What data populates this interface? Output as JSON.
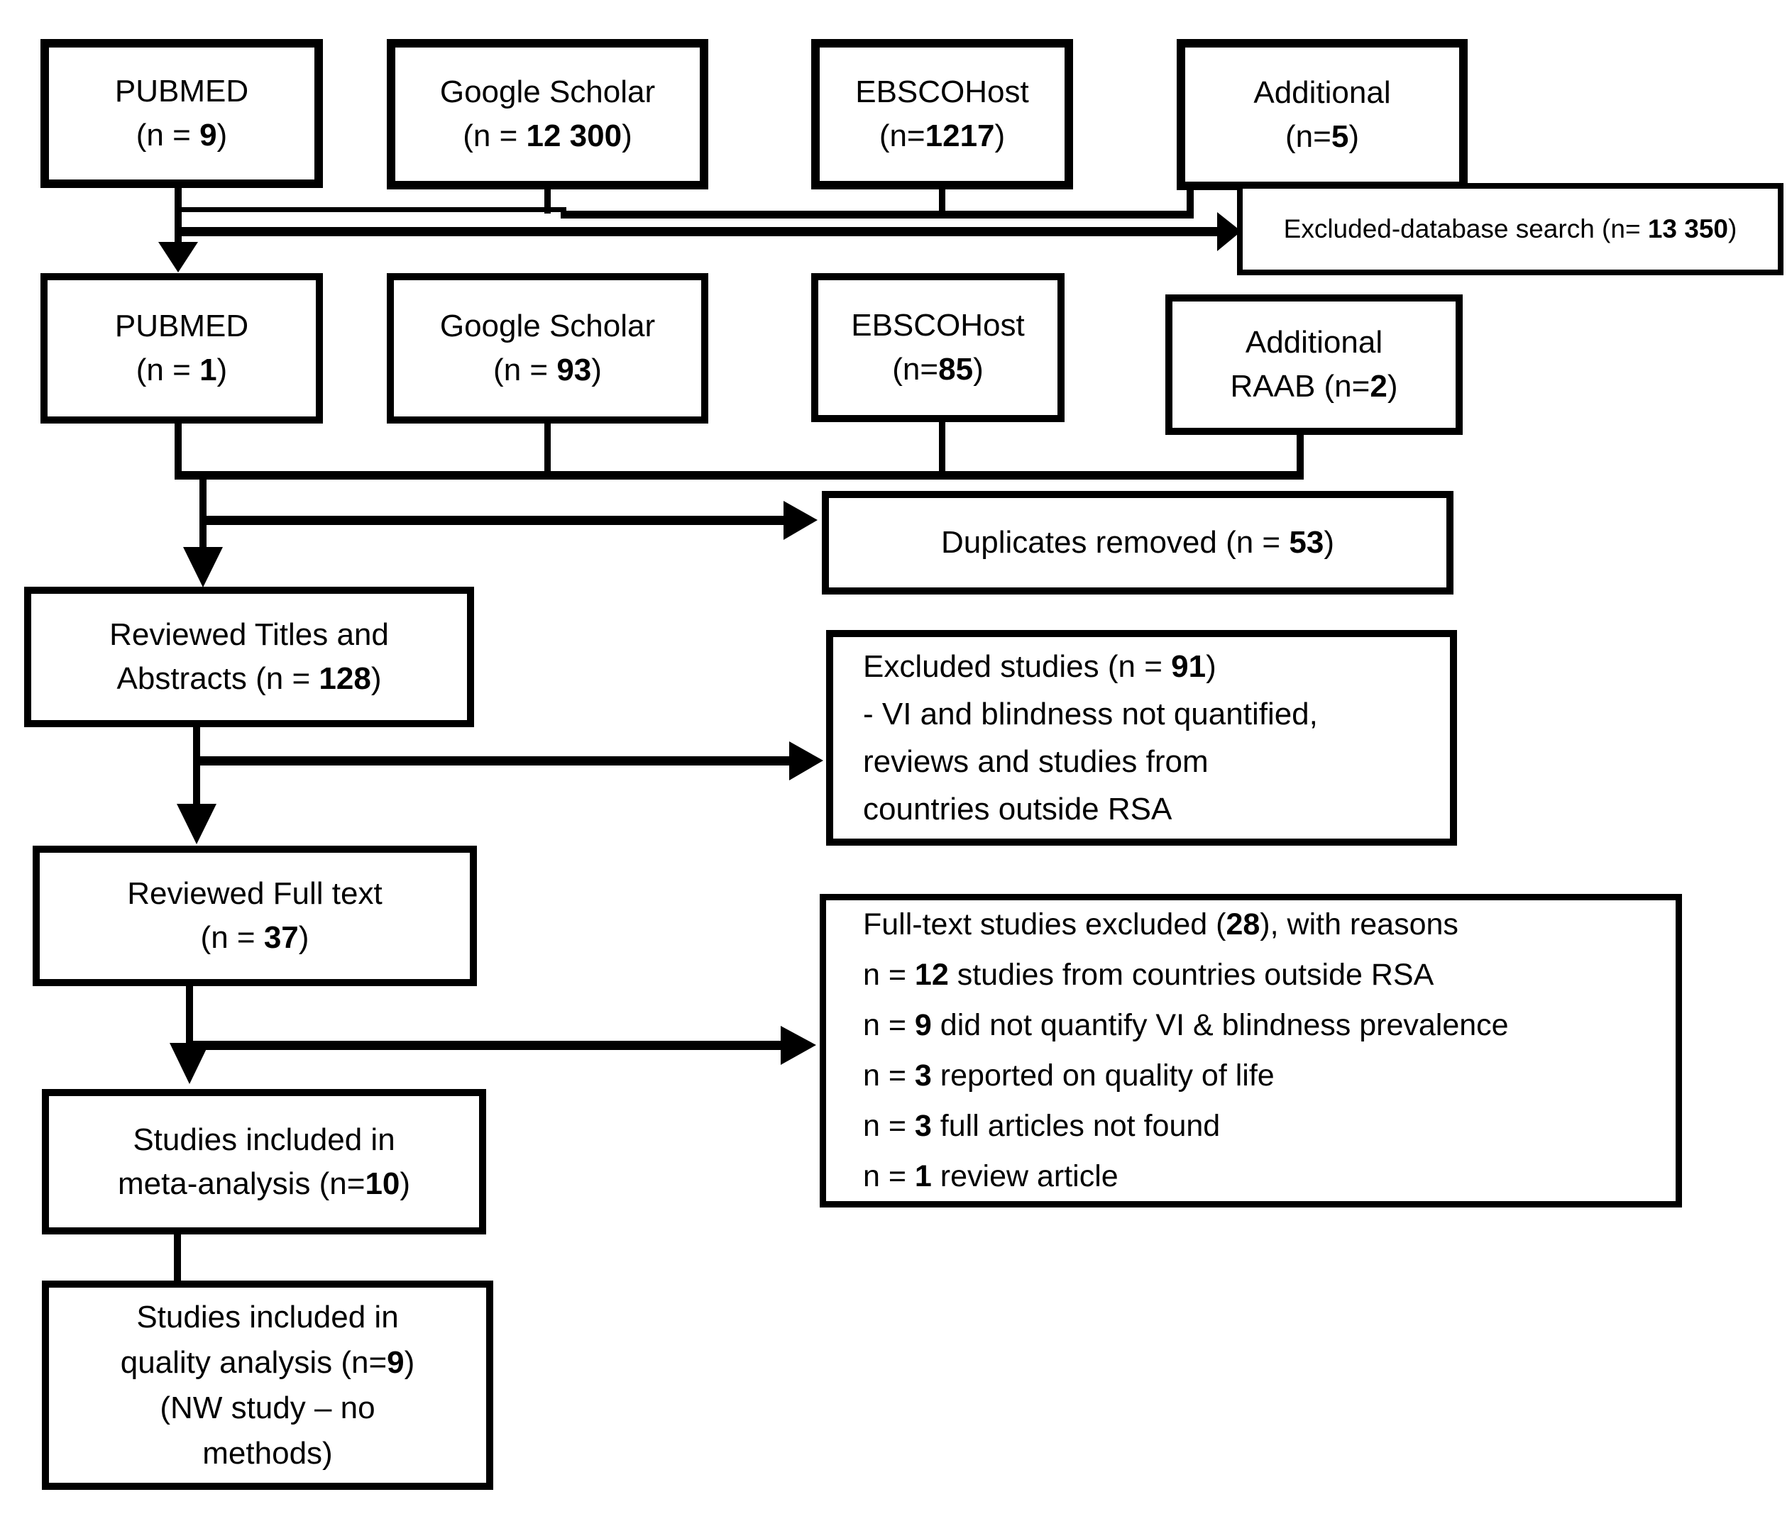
{
  "colors": {
    "line": "#000000",
    "background": "#ffffff",
    "text": "#000000"
  },
  "boxes": {
    "pubmed_initial": {
      "lines": [
        [
          {
            "t": "PUBMED"
          }
        ],
        [
          {
            "t": "(n = "
          },
          {
            "t": "9",
            "b": true
          },
          {
            "t": ")"
          }
        ]
      ]
    },
    "google_initial": {
      "lines": [
        [
          {
            "t": "Google Scholar"
          }
        ],
        [
          {
            "t": "(n = "
          },
          {
            "t": "12 300",
            "b": true
          },
          {
            "t": ")"
          }
        ]
      ]
    },
    "ebsco_initial": {
      "lines": [
        [
          {
            "t": "EBSCOHost"
          }
        ],
        [
          {
            "t": "(n="
          },
          {
            "t": "1217",
            "b": true
          },
          {
            "t": ")"
          }
        ]
      ]
    },
    "additional_initial": {
      "lines": [
        [
          {
            "t": "Additional"
          }
        ],
        [
          {
            "t": "(n="
          },
          {
            "t": "5",
            "b": true
          },
          {
            "t": ")"
          }
        ]
      ]
    },
    "excluded_database": {
      "lines": [
        [
          {
            "t": "Excluded-database search (n= "
          },
          {
            "t": "13 350",
            "b": true
          },
          {
            "t": ")"
          }
        ]
      ]
    },
    "pubmed_screened": {
      "lines": [
        [
          {
            "t": "PUBMED"
          }
        ],
        [
          {
            "t": "(n = "
          },
          {
            "t": "1",
            "b": true
          },
          {
            "t": ")"
          }
        ]
      ]
    },
    "google_screened": {
      "lines": [
        [
          {
            "t": "Google Scholar"
          }
        ],
        [
          {
            "t": "(n = "
          },
          {
            "t": "93",
            "b": true
          },
          {
            "t": ")"
          }
        ]
      ]
    },
    "ebsco_screened": {
      "lines": [
        [
          {
            "t": "EBSCOHost"
          }
        ],
        [
          {
            "t": "(n="
          },
          {
            "t": "85",
            "b": true
          },
          {
            "t": ")"
          }
        ]
      ]
    },
    "additional_raab": {
      "lines": [
        [
          {
            "t": "Additional"
          }
        ],
        [
          {
            "t": "RAAB (n="
          },
          {
            "t": "2",
            "b": true
          },
          {
            "t": ")"
          }
        ]
      ]
    },
    "duplicates_removed": {
      "lines": [
        [
          {
            "t": "Duplicates removed (n = "
          },
          {
            "t": "53",
            "b": true
          },
          {
            "t": ")"
          }
        ]
      ]
    },
    "reviewed_titles": {
      "lines": [
        [
          {
            "t": "Reviewed Titles and"
          }
        ],
        [
          {
            "t": "Abstracts (n = "
          },
          {
            "t": "128",
            "b": true
          },
          {
            "t": ")"
          }
        ]
      ]
    },
    "excluded_studies": {
      "lines": [
        [
          {
            "t": "Excluded studies (n = "
          },
          {
            "t": "91",
            "b": true
          },
          {
            "t": ")"
          }
        ],
        [
          {
            "t": "- VI and blindness not quantified,"
          }
        ],
        [
          {
            "t": "reviews and studies from"
          }
        ],
        [
          {
            "t": "countries outside RSA"
          }
        ]
      ]
    },
    "reviewed_fulltext": {
      "lines": [
        [
          {
            "t": "Reviewed Full text"
          }
        ],
        [
          {
            "t": "(n = "
          },
          {
            "t": "37",
            "b": true
          },
          {
            "t": ")"
          }
        ]
      ]
    },
    "fulltext_excluded": {
      "lines": [
        [
          {
            "t": "Full-text studies excluded ("
          },
          {
            "t": "28",
            "b": true
          },
          {
            "t": "), with reasons"
          }
        ],
        [
          {
            "t": "n = "
          },
          {
            "t": "12",
            "b": true
          },
          {
            "t": " studies from countries outside RSA"
          }
        ],
        [
          {
            "t": "n = "
          },
          {
            "t": "9",
            "b": true
          },
          {
            "t": " did not quantify VI & blindness prevalence"
          }
        ],
        [
          {
            "t": "n = "
          },
          {
            "t": "3",
            "b": true
          },
          {
            "t": " reported on quality of life"
          }
        ],
        [
          {
            "t": "n = "
          },
          {
            "t": "3",
            "b": true
          },
          {
            "t": " full articles not found"
          }
        ],
        [
          {
            "t": "n = "
          },
          {
            "t": "1",
            "b": true
          },
          {
            "t": " review article"
          }
        ]
      ]
    },
    "meta_analysis": {
      "lines": [
        [
          {
            "t": "Studies included in"
          }
        ],
        [
          {
            "t": "meta-analysis (n="
          },
          {
            "t": "10",
            "b": true
          },
          {
            "t": ")"
          }
        ]
      ]
    },
    "quality_analysis": {
      "lines": [
        [
          {
            "t": "Studies included in"
          }
        ],
        [
          {
            "t": "quality analysis (n="
          },
          {
            "t": "9",
            "b": true
          },
          {
            "t": ")"
          }
        ],
        [
          {
            "t": "(NW study – no"
          }
        ],
        [
          {
            "t": "methods)"
          }
        ]
      ]
    }
  }
}
